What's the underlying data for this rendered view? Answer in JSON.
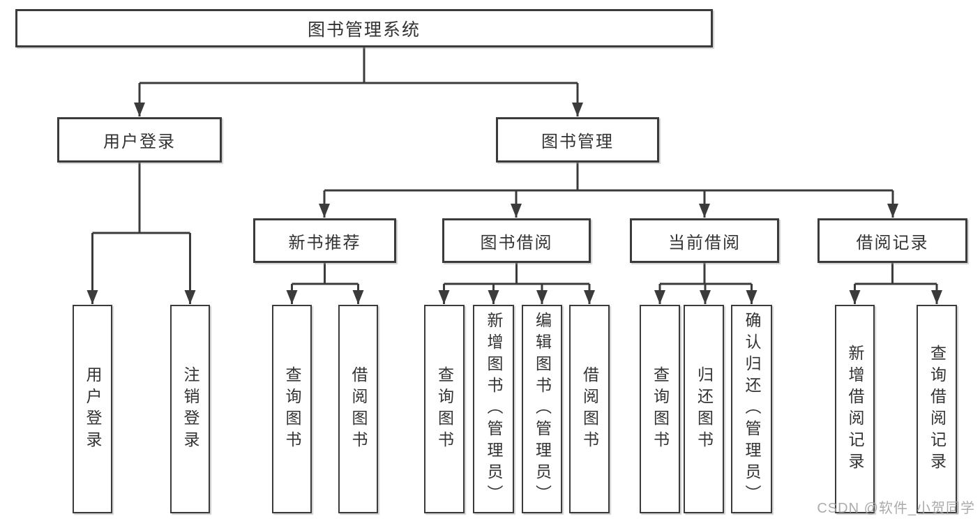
{
  "diagram": {
    "title_node": {
      "label": "图书管理系统"
    },
    "level2": [
      {
        "label": "用户登录"
      },
      {
        "label": "图书管理"
      }
    ],
    "level3": [
      {
        "label": "新书推荐"
      },
      {
        "label": "图书借阅"
      },
      {
        "label": "当前借阅"
      },
      {
        "label": "借阅记录"
      }
    ],
    "leaves": [
      {
        "label": "用户登录",
        "parent": "用户登录"
      },
      {
        "label": "注销登录",
        "parent": "用户登录"
      },
      {
        "label": "查询图书",
        "parent": "新书推荐"
      },
      {
        "label": "借阅图书",
        "parent": "新书推荐"
      },
      {
        "label": "查询图书",
        "parent": "图书借阅"
      },
      {
        "label": "新增图书（管理员）",
        "parent": "图书借阅"
      },
      {
        "label": "编辑图书（管理员）",
        "parent": "图书借阅"
      },
      {
        "label": "借阅图书",
        "parent": "图书借阅"
      },
      {
        "label": "查询图书",
        "parent": "当前借阅"
      },
      {
        "label": "归还图书",
        "parent": "当前借阅"
      },
      {
        "label": "确认归还（管理员）",
        "parent": "当前借阅"
      },
      {
        "label": "新增借阅记录",
        "parent": "借阅记录"
      },
      {
        "label": "查询借阅记录",
        "parent": "借阅记录"
      }
    ],
    "colors": {
      "line": "#3b3b3b",
      "box_border": "#3b3b3b",
      "box_fill": "#ffffff",
      "text": "#333333",
      "watermark": "#a3a3a3"
    }
  },
  "watermark": {
    "text": "CSDN @软件_小贺同学"
  }
}
